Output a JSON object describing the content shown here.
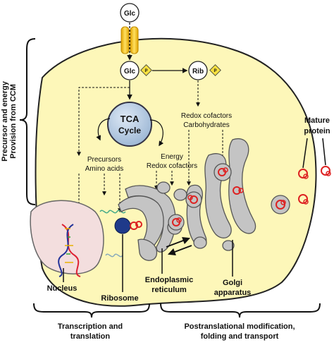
{
  "labels": {
    "glc_top": "Glc",
    "glc_inner": "Glc",
    "rib": "Rib",
    "phosphate": "P",
    "tca_line1": "TCA",
    "tca_line2": "Cycle",
    "redox_carb_line1": "Redox cofactors",
    "redox_carb_line2": "Carbohydrates",
    "precursors_line1": "Precursors",
    "precursors_line2": "Amino acids",
    "energy_line1": "Energy",
    "energy_line2": "Redox cofactors",
    "mature_line1": "Mature",
    "mature_line2": "protein",
    "side_line1": "Precursor and energy",
    "side_line2": "Provision from CCM",
    "nucleus": "Nucleus",
    "ribosome": "Ribosome",
    "er_line1": "Endoplasmic",
    "er_line2": "reticulum",
    "golgi_line1": "Golgi",
    "golgi_line2": "apparatus",
    "bottom_left_line1": "Transcription and",
    "bottom_left_line2": "translation",
    "bottom_right_line1": "Postranslational modification,",
    "bottom_right_line2": "folding and transport"
  },
  "colors": {
    "cell_fill": "#fdf7b9",
    "cell_stroke": "#222222",
    "transporter": "#f0c020",
    "tca_fill": "#b9cfe6",
    "nucleus_fill": "#f3dede",
    "organelle_fill": "#c4c4c4",
    "ribosome": "#1f3a8a",
    "protein": "#dd2222",
    "phosphate_fill": "#f5e040"
  }
}
